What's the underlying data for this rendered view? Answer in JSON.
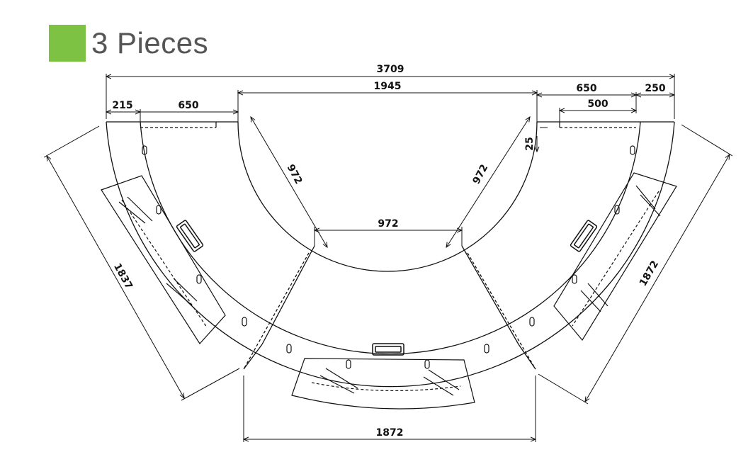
{
  "title": {
    "text": "3 Pieces",
    "accent_color": "#7dc242"
  },
  "dimensions": {
    "total_width": "3709",
    "inner_opening": "1945",
    "left_edge": "215",
    "left_segment": "650",
    "right_segment": "650",
    "right_edge": "250",
    "right_inner": "500",
    "offset": "25",
    "radius_left": "972",
    "radius_right": "972",
    "inner_chord": "972",
    "left_side": "1837",
    "right_side": "1872",
    "bottom_side": "1872"
  },
  "icons": {
    "gripper": "handle-slot-icon",
    "tag": "rectangle-tag-icon"
  }
}
